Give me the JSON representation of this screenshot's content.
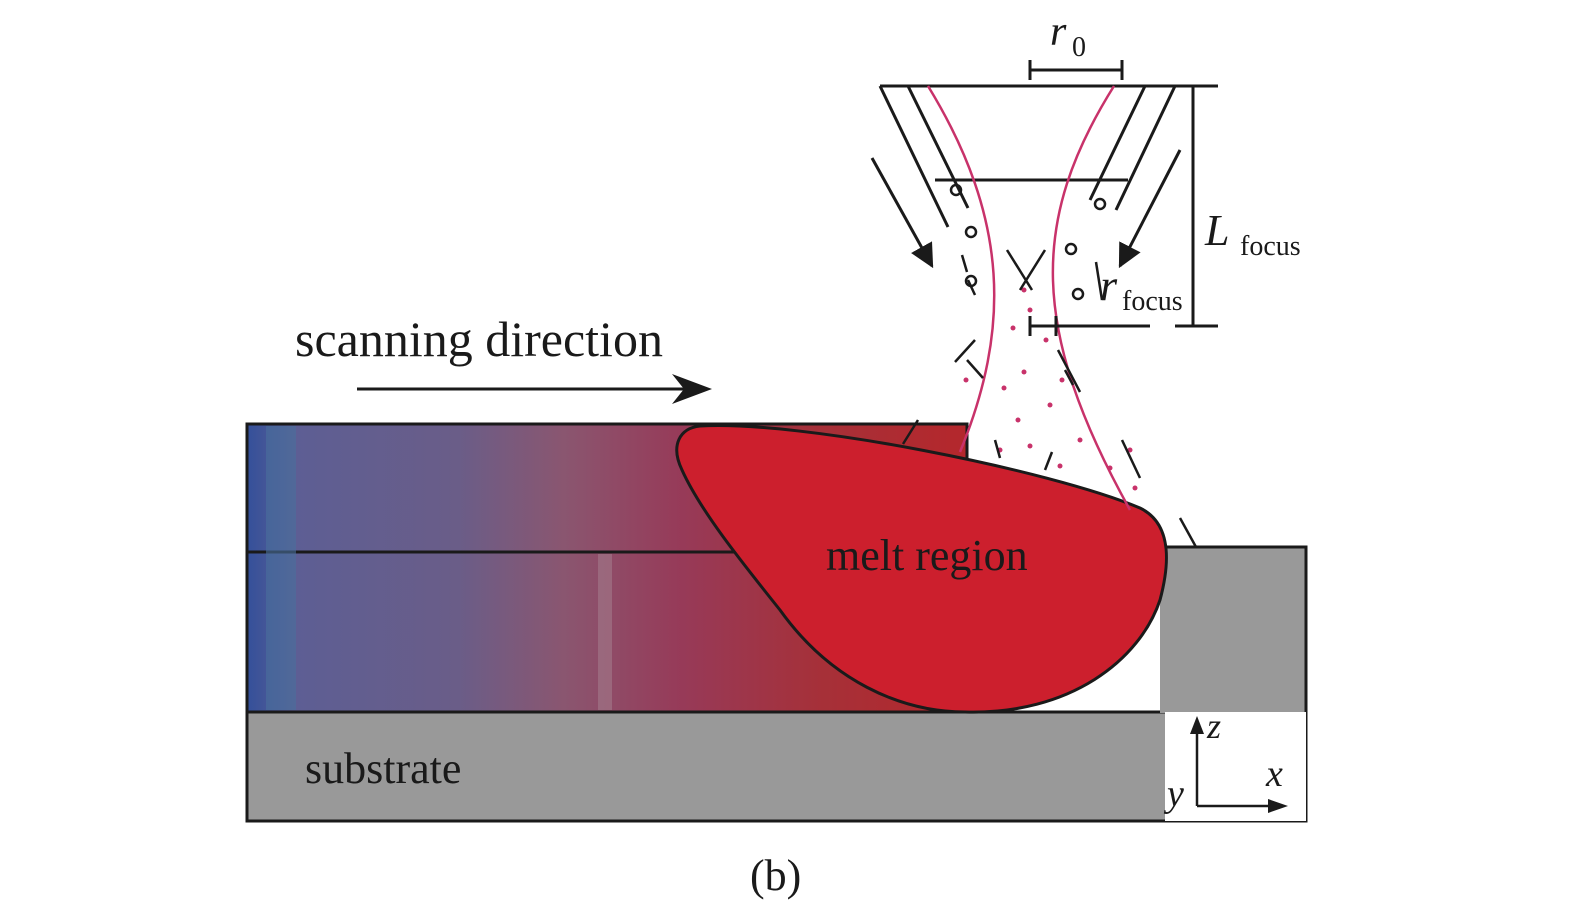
{
  "labels": {
    "scanning": "scanning direction",
    "melt": "melt region",
    "substrate": "substrate",
    "caption": "(b)",
    "r0_main": "r",
    "r0_sub": "0",
    "L_main": "L",
    "L_sub": "focus",
    "rf_main": "r",
    "rf_sub": "focus",
    "axis_z": "z",
    "axis_x": "x",
    "axis_y": "y"
  },
  "colors": {
    "melt": "#cc1f2d",
    "substrate": "#999999",
    "laser": "#c8326a",
    "gradient_start": "#3c5a96",
    "gradient_mid": "#6a5c8a",
    "gradient_end": "#a23236"
  },
  "icons": {
    "scan_arrow": "arrow-right-icon",
    "powder_arrows": "arrow-down-icon",
    "axes": "xyz-axes-icon"
  }
}
